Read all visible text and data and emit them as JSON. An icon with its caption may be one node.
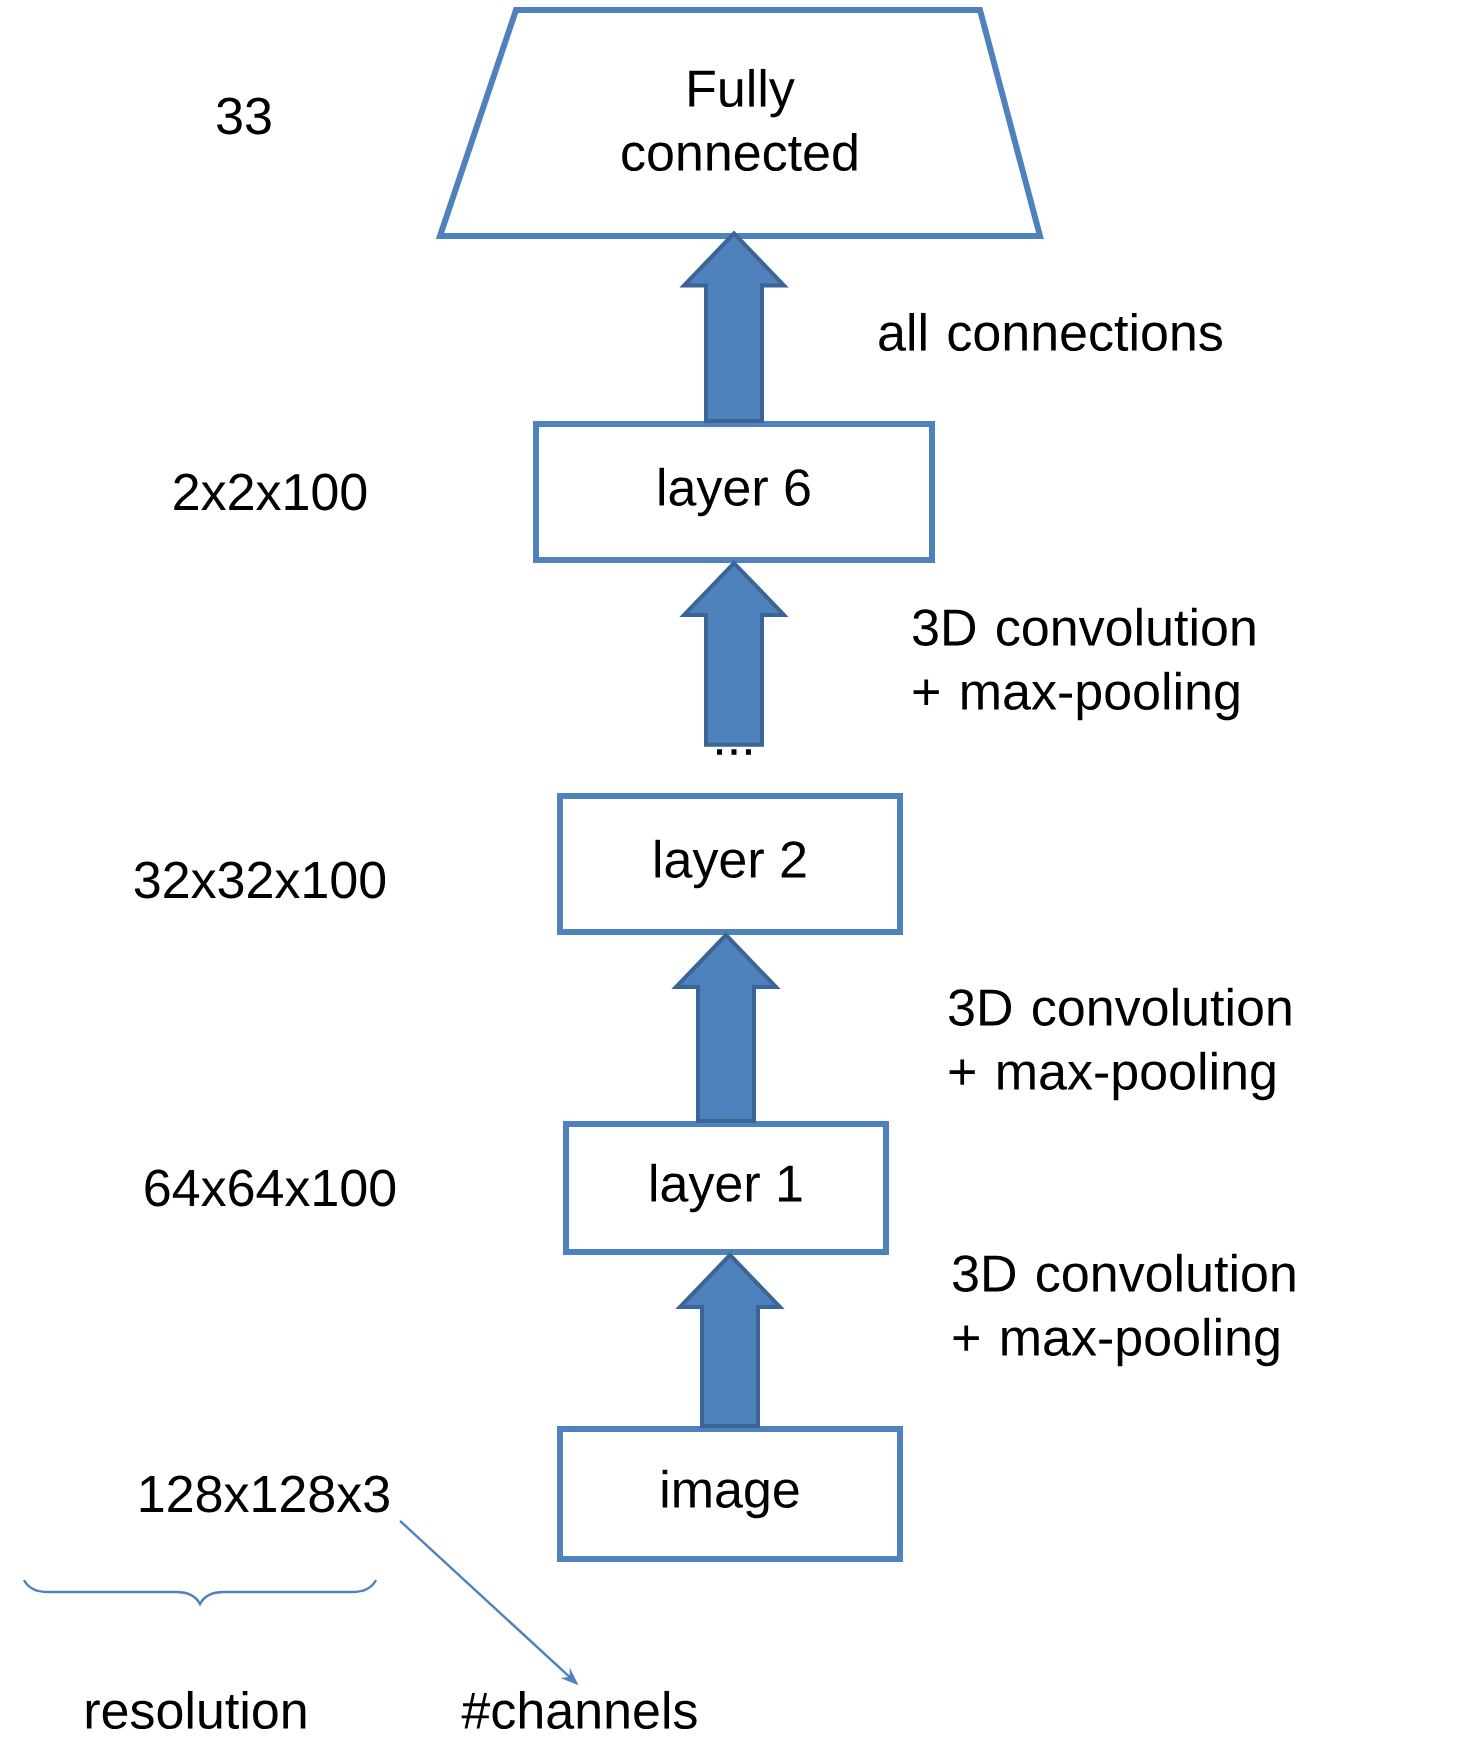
{
  "diagram": {
    "nodes": [
      {
        "text": [
          "Fully connected"
        ],
        "beside": [
          "33"
        ]
      },
      {
        "text": [
          "layer 6"
        ],
        "beside": [
          "2x2x100"
        ]
      },
      {
        "text": [
          "..."
        ]
      },
      {
        "text": [
          "layer 2"
        ],
        "beside": [
          "32x32x100"
        ]
      },
      {
        "text": [
          "layer 1"
        ],
        "beside": [
          "64x64x100"
        ]
      },
      {
        "text": [
          "image"
        ]
      },
      {
        "text": [
          "128x128x3"
        ]
      },
      {
        "text": [
          "#channels"
        ]
      }
    ],
    "edges": [
      {
        "from": 1,
        "to": 0,
        "arrow": "to",
        "label": "all connections",
        "style": "thick"
      },
      {
        "from": 2,
        "to": 1,
        "arrow": "to",
        "label": "3D convolution + max-pooling",
        "style": "thick"
      },
      {
        "from": 4,
        "to": 3,
        "arrow": "to",
        "label": "3D convolution + max-pooling",
        "style": "thick"
      },
      {
        "from": 5,
        "to": 4,
        "arrow": "to",
        "label": "3D convolution + max-pooling",
        "style": "thick"
      },
      {
        "from": 6,
        "to": 7,
        "arrow": "to"
      }
    ],
    "labels": [
      "resolution"
    ]
  }
}
